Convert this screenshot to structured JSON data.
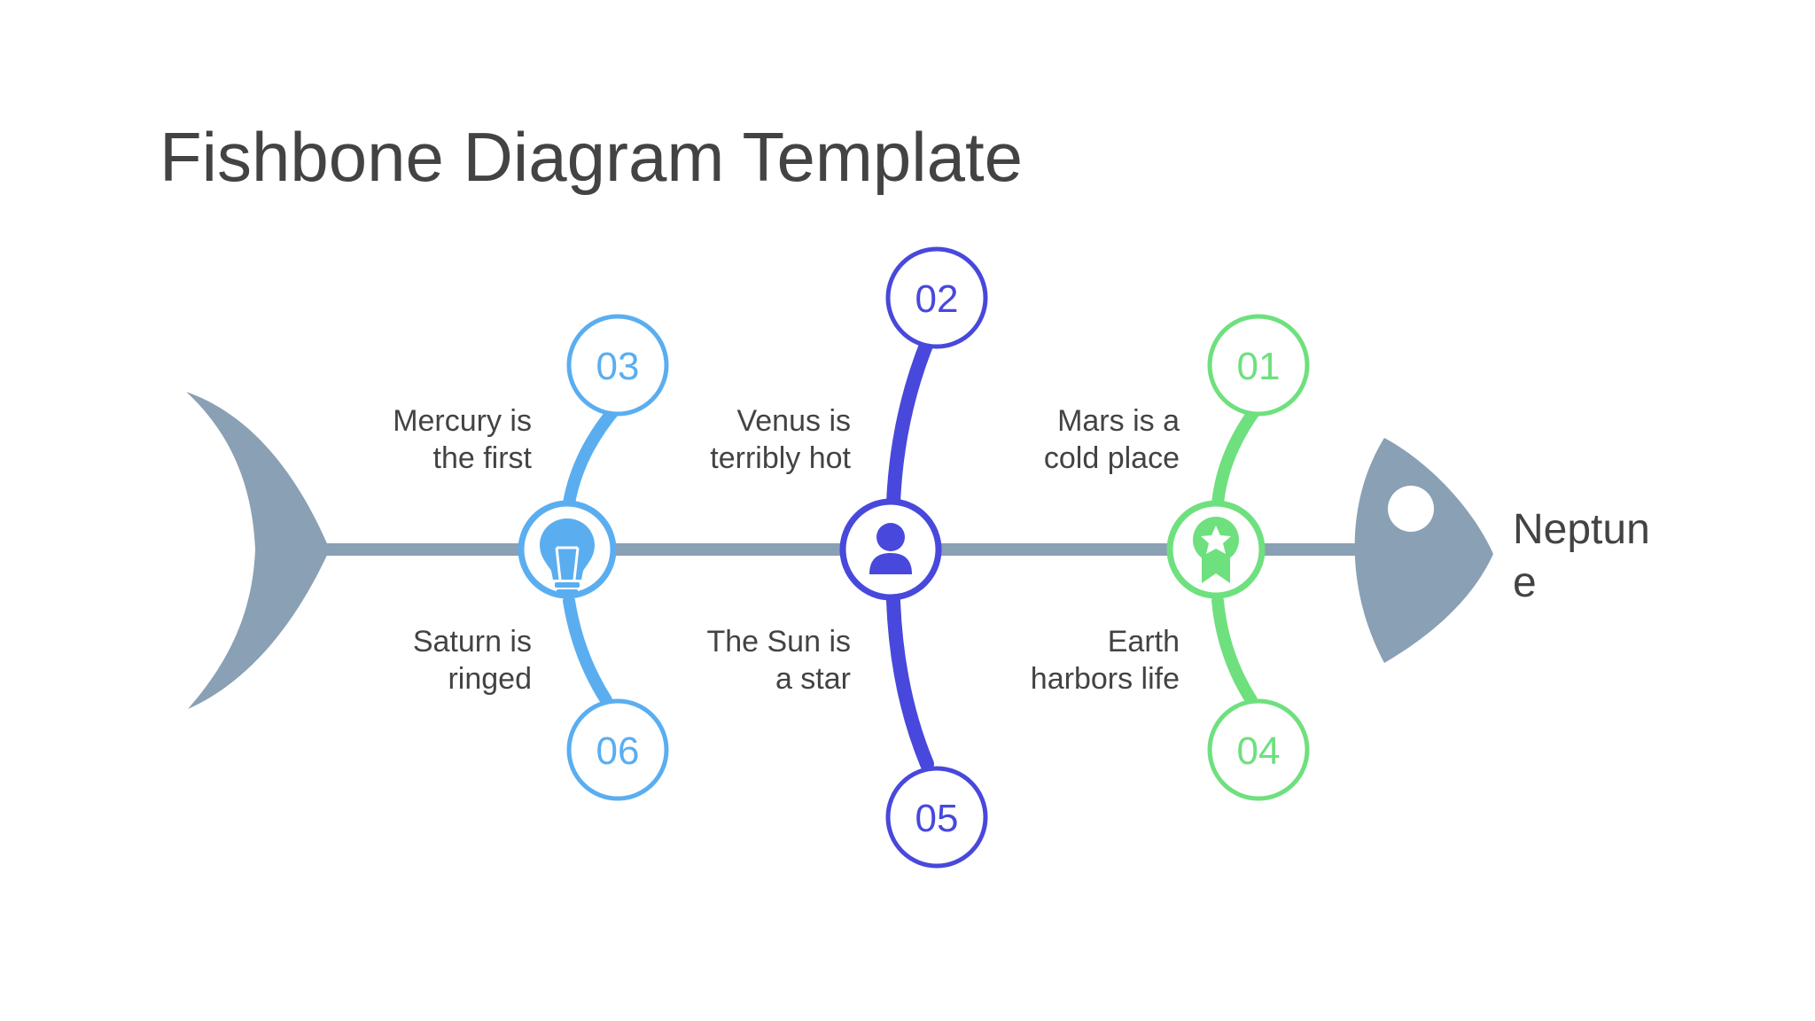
{
  "title": "Fishbone Diagram Template",
  "head_label": {
    "line1": "Neptun",
    "line2": "e"
  },
  "colors": {
    "text": "#434343",
    "spine": "#8aa0b4",
    "light_blue": "#5aaef0",
    "indigo": "#4848dc",
    "green": "#6ee07e"
  },
  "causes": [
    {
      "number": "01",
      "line1": "Mars is a",
      "line2": "cold place"
    },
    {
      "number": "02",
      "line1": "Venus is",
      "line2": "terribly hot"
    },
    {
      "number": "03",
      "line1": "Mercury is",
      "line2": "the first"
    },
    {
      "number": "04",
      "line1": "Earth",
      "line2": "harbors life"
    },
    {
      "number": "05",
      "line1": "The Sun is",
      "line2": "a star"
    },
    {
      "number": "06",
      "line1": "Saturn is",
      "line2": "ringed"
    }
  ],
  "icons": {
    "left_hub": "lightbulb-icon",
    "center_hub": "user-icon",
    "right_hub": "award-badge-icon"
  }
}
